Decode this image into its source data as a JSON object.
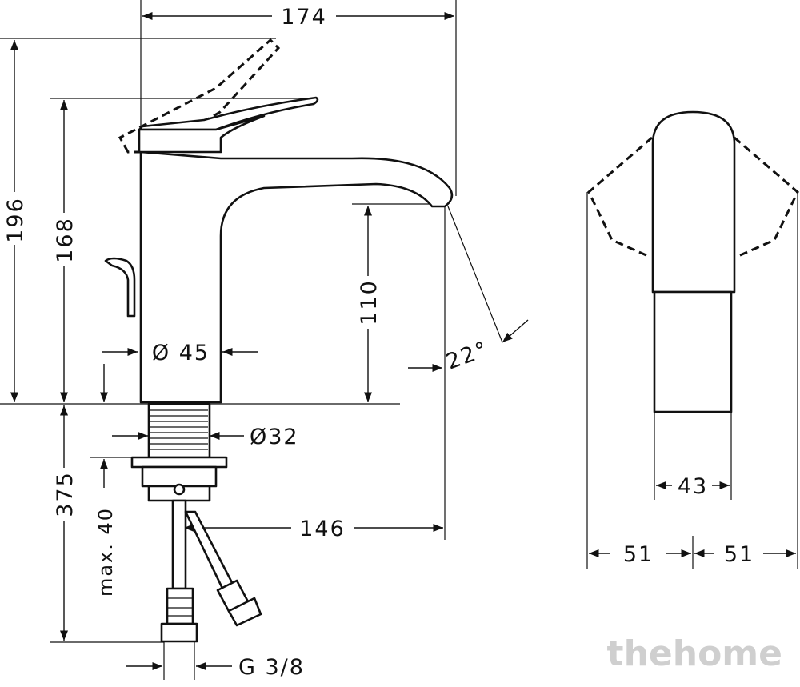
{
  "dimensions": {
    "overall_width": "174",
    "total_height": "196",
    "body_height": "168",
    "spout_height": "110",
    "body_diameter": "Ø 45",
    "shank_diameter": "Ø32",
    "below_counter": "375",
    "max_thickness": "max. 40",
    "projection": "146",
    "angle": "22°",
    "thread": "G 3/8",
    "front_width": "43",
    "lever_left": "51",
    "lever_right": "51"
  },
  "watermark": "thehome"
}
